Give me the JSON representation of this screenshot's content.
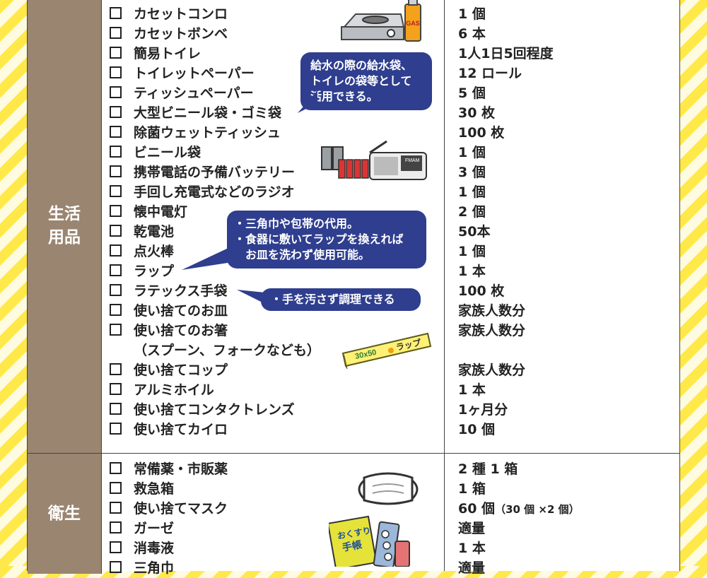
{
  "categories": [
    {
      "label_line1": "生活",
      "label_line2": "用品"
    },
    {
      "label": "衛生"
    }
  ],
  "living_items": [
    {
      "name": "カセットコンロ",
      "qty": "1 個"
    },
    {
      "name": "カセットボンベ",
      "qty": "6 本"
    },
    {
      "name": "簡易トイレ",
      "qty": "1人1日5回程度"
    },
    {
      "name": "トイレットペーパー",
      "qty": "12 ロール"
    },
    {
      "name": "ティッシュペーパー",
      "qty": "5 個"
    },
    {
      "name": "大型ビニール袋・ゴミ袋",
      "qty": "30 枚"
    },
    {
      "name": "除菌ウェットティッシュ",
      "qty": "100 枚"
    },
    {
      "name": "ビニール袋",
      "qty": "1 個"
    },
    {
      "name": "携帯電話の予備バッテリー",
      "qty": "3 個"
    },
    {
      "name": "手回し充電式などのラジオ",
      "qty": "1 個"
    },
    {
      "name": "懐中電灯",
      "qty": "2 個"
    },
    {
      "name": "乾電池",
      "qty": "50本"
    },
    {
      "name": "点火棒",
      "qty": "1 個"
    },
    {
      "name": "ラップ",
      "qty": "1 本"
    },
    {
      "name": "ラテックス手袋",
      "qty": "100 枚"
    },
    {
      "name": "使い捨てのお皿",
      "qty": "家族人数分"
    },
    {
      "name": "使い捨てのお箸",
      "qty": "家族人数分"
    },
    {
      "name": "（スプーン、フォークなども）",
      "qty": ""
    },
    {
      "name": "使い捨てコップ",
      "qty": "家族人数分"
    },
    {
      "name": "アルミホイル",
      "qty": "1 本"
    },
    {
      "name": "使い捨てコンタクトレンズ",
      "qty": "1ヶ月分"
    },
    {
      "name": "使い捨てカイロ",
      "qty": "10 個"
    }
  ],
  "hygiene_items": [
    {
      "name": "常備薬・市販薬",
      "qty": "2 種 1 箱",
      "qty_note": ""
    },
    {
      "name": "救急箱",
      "qty": "1 箱",
      "qty_note": ""
    },
    {
      "name": "使い捨てマスク",
      "qty": "60 個",
      "qty_note": "（30 個 ×2 個）"
    },
    {
      "name": "ガーゼ",
      "qty": "適量",
      "qty_note": ""
    },
    {
      "name": "消毒液",
      "qty": "1 本",
      "qty_note": ""
    },
    {
      "name": "三角巾",
      "qty": "適量",
      "qty_note": ""
    }
  ],
  "bubbles": {
    "water_bag": [
      "給水の際の給水袋、",
      "トイレの袋等として",
      "活用できる。"
    ],
    "wrap": [
      "・三角巾や包帯の代用。",
      "・食器に敷いてラップを換えれば",
      "　お皿を洗わず使用可能。"
    ],
    "gloves": [
      "・手を汚さず調理できる"
    ]
  },
  "illustration_text": {
    "gas": "GAS",
    "radio_fm": "FM",
    "radio_am": "AM",
    "wrap_size": "30x50",
    "wrap_label": "ラップ",
    "medicine_book_1": "おくすり",
    "medicine_book_2": "手帳"
  },
  "colors": {
    "category_bg": "#9a8571",
    "bubble_bg": "#2f3e8e",
    "stripe": "#ffe94a"
  }
}
